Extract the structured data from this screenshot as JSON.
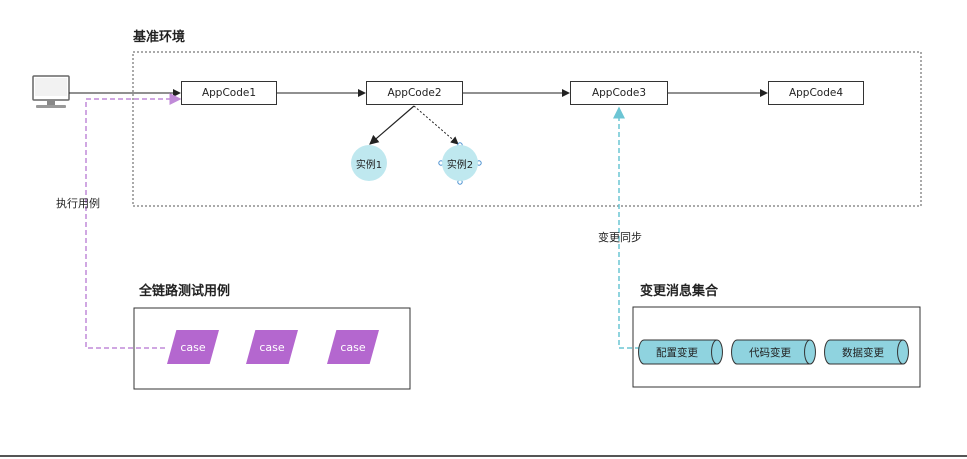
{
  "base_env": {
    "title": "基准环境",
    "nodes": [
      "AppCode1",
      "AppCode2",
      "AppCode3",
      "AppCode4"
    ],
    "instances": [
      "实例1",
      "实例2"
    ]
  },
  "edge_labels": {
    "execute": "执行用例",
    "sync": "变更同步"
  },
  "test_suite": {
    "title": "全链路测试用例",
    "cases": [
      "case",
      "case",
      "case"
    ]
  },
  "change_set": {
    "title": "变更消息集合",
    "items": [
      "配置变更",
      "代码变更",
      "数据变更"
    ]
  },
  "colors": {
    "case": "#b467cf",
    "instance": "#bfe8ef",
    "cylinder": "#8fd3df",
    "dashed_purple": "#c08ad8",
    "dashed_cyan": "#6cc5d4"
  }
}
